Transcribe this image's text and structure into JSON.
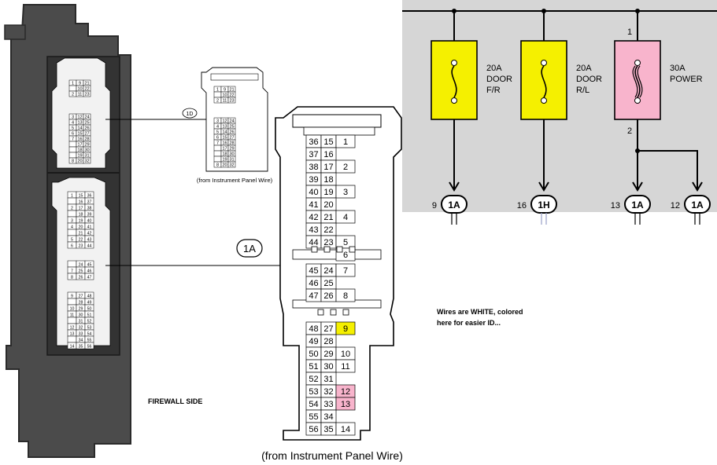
{
  "labels": {
    "firewall_side": "FIREWALL SIDE",
    "from_ipw_big": "(from Instrument Panel Wire)",
    "from_ipw_small": "(from Instrument Panel Wire)",
    "note_line1": "Wires are WHITE, colored",
    "note_line2": "here for easier ID...",
    "connector_1d": "1D",
    "connector_1a": "1A"
  },
  "fuses": [
    {
      "rating": "20A",
      "line1": "DOOR",
      "line2": "F/R",
      "fill": "#f5f000"
    },
    {
      "rating": "20A",
      "line1": "DOOR",
      "line2": "R/L",
      "fill": "#f5f000"
    },
    {
      "rating": "30A",
      "line1": "POWER",
      "line2": "",
      "fill": "#f8b4cc"
    }
  ],
  "fuse_pins": {
    "top": "1",
    "bottom": "2"
  },
  "terminals": [
    {
      "pin": "9",
      "conn": "1A"
    },
    {
      "pin": "16",
      "conn": "1H"
    },
    {
      "pin": "13",
      "conn": "1A"
    },
    {
      "pin": "12",
      "conn": "1A"
    }
  ],
  "connector_1a": {
    "groups": [
      {
        "rows": [
          [
            "36",
            "15",
            "1"
          ],
          [
            "37",
            "16",
            ""
          ],
          [
            "38",
            "17",
            "2"
          ],
          [
            "39",
            "18",
            ""
          ],
          [
            "40",
            "19",
            "3"
          ],
          [
            "41",
            "20",
            ""
          ],
          [
            "42",
            "21",
            "4"
          ],
          [
            "43",
            "22",
            ""
          ],
          [
            "44",
            "23",
            "5"
          ],
          [
            "",
            "",
            "6"
          ]
        ]
      },
      {
        "rows": [
          [
            "45",
            "24",
            "7"
          ],
          [
            "46",
            "25",
            ""
          ],
          [
            "47",
            "26",
            "8"
          ]
        ]
      },
      {
        "rows": [
          [
            "48",
            "27",
            "9"
          ],
          [
            "49",
            "28",
            ""
          ],
          [
            "50",
            "29",
            "10"
          ],
          [
            "51",
            "30",
            "11"
          ],
          [
            "52",
            "31",
            ""
          ],
          [
            "53",
            "32",
            "12"
          ],
          [
            "54",
            "33",
            "13"
          ],
          [
            "55",
            "34",
            ""
          ],
          [
            "56",
            "35",
            "14"
          ]
        ]
      }
    ],
    "highlight": {
      "9": "#f5f000",
      "12": "#f8b4cc",
      "13": "#f8b4cc"
    }
  },
  "mini_1d": {
    "top": [
      [
        "1",
        "9",
        "21"
      ],
      [
        "",
        "10",
        "22"
      ],
      [
        "2",
        "11",
        "23"
      ]
    ],
    "bottom": [
      [
        "3",
        "12",
        "24"
      ],
      [
        "4",
        "13",
        "25"
      ],
      [
        "5",
        "14",
        "26"
      ],
      [
        "6",
        "15",
        "27"
      ],
      [
        "7",
        "16",
        "28"
      ],
      [
        "",
        "17",
        "29"
      ],
      [
        "",
        "18",
        "30"
      ],
      [
        "",
        "19",
        "31"
      ],
      [
        "8",
        "20",
        "32"
      ]
    ]
  },
  "mini_1a": {
    "a": [
      [
        "1",
        "15",
        "36"
      ],
      [
        "",
        "16",
        "37"
      ],
      [
        "2",
        "17",
        "38"
      ],
      [
        "",
        "18",
        "39"
      ],
      [
        "3",
        "19",
        "40"
      ],
      [
        "4",
        "20",
        "41"
      ],
      [
        "",
        "21",
        "42"
      ],
      [
        "5",
        "22",
        "43"
      ],
      [
        "6",
        "23",
        "44"
      ]
    ],
    "b": [
      [
        "",
        "24",
        "45"
      ],
      [
        "7",
        "25",
        "46"
      ],
      [
        "8",
        "26",
        "47"
      ]
    ],
    "c": [
      [
        "9",
        "27",
        "48"
      ],
      [
        "",
        "28",
        "49"
      ],
      [
        "10",
        "29",
        "50"
      ],
      [
        "11",
        "30",
        "51"
      ],
      [
        "",
        "31",
        "52"
      ],
      [
        "12",
        "32",
        "53"
      ],
      [
        "13",
        "33",
        "54"
      ],
      [
        "",
        "34",
        "55"
      ],
      [
        "14",
        "35",
        "56"
      ]
    ]
  }
}
